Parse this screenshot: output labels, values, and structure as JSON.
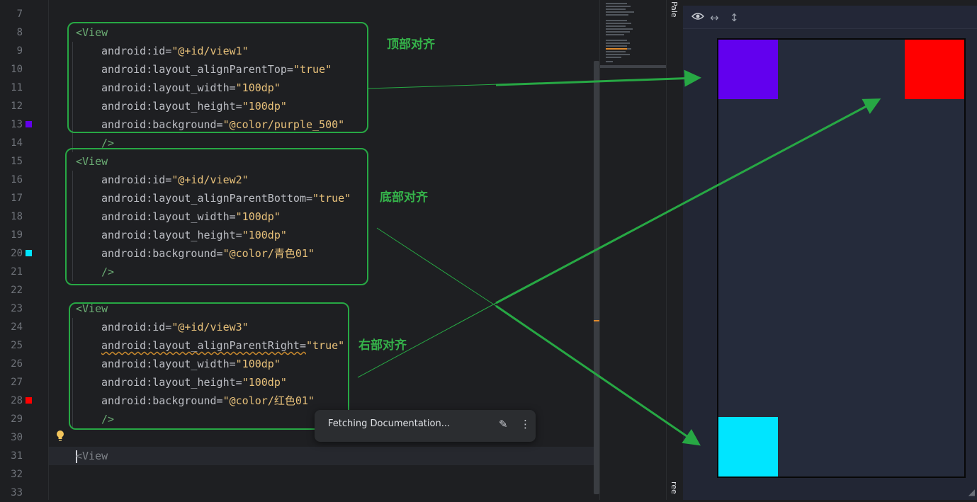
{
  "editor": {
    "line_numbers": [
      "7",
      "8",
      "9",
      "10",
      "11",
      "12",
      "13",
      "14",
      "15",
      "16",
      "17",
      "18",
      "19",
      "20",
      "21",
      "22",
      "23",
      "24",
      "25",
      "26",
      "27",
      "28",
      "29",
      "30",
      "31",
      "32",
      "33"
    ],
    "lines": {
      "l8": {
        "tag": "<View"
      },
      "l9": {
        "attr": "android:id=",
        "value": "\"@+id/view1\""
      },
      "l10": {
        "attr": "android:layout_alignParentTop=",
        "value": "\"true\""
      },
      "l11": {
        "attr": "android:layout_width=",
        "value": "\"100dp\""
      },
      "l12": {
        "attr": "android:layout_height=",
        "value": "\"100dp\""
      },
      "l13": {
        "attr": "android:background=",
        "value": "\"@color/purple_500\""
      },
      "l14": {
        "tag": "/>"
      },
      "l15": {
        "tag": "<View"
      },
      "l16": {
        "attr": "android:id=",
        "value": "\"@+id/view2\""
      },
      "l17": {
        "attr": "android:layout_alignParentBottom=",
        "value": "\"true\""
      },
      "l18": {
        "attr": "android:layout_width=",
        "value": "\"100dp\""
      },
      "l19": {
        "attr": "android:layout_height=",
        "value": "\"100dp\""
      },
      "l20": {
        "attr": "android:background=",
        "value": "\"@color/青色01\""
      },
      "l21": {
        "tag": "/>"
      },
      "l23": {
        "tag": "<View"
      },
      "l24": {
        "attr": "android:id=",
        "value": "\"@+id/view3\""
      },
      "l25": {
        "attr": "android:layout_alignParentRight=",
        "value": "\"true\""
      },
      "l26": {
        "attr": "android:layout_width=",
        "value": "\"100dp\""
      },
      "l27": {
        "attr": "android:layout_height=",
        "value": "\"100dp\""
      },
      "l28": {
        "attr": "android:background=",
        "value": "\"@color/红色01\""
      },
      "l29": {
        "tag": "/>"
      },
      "l31": {
        "tag": "<View"
      }
    },
    "gutter_swatches": {
      "purple": "#6200ee",
      "cyan": "#00e5ff",
      "red": "#ff0000"
    }
  },
  "annotations": {
    "top": "顶部对齐",
    "bottom": "底部对齐",
    "right": "右部对齐",
    "color": "#27a844"
  },
  "popup": {
    "text": "Fetching Documentation...",
    "edit_icon": "pencil-icon",
    "more_icon": "more-vertical-icon"
  },
  "side_tabs": {
    "palette": "Pale",
    "tree": "ree"
  },
  "preview": {
    "toolbar_icons": [
      "eye-icon",
      "horizontal-resize-icon",
      "vertical-resize-icon"
    ],
    "views": {
      "purple": "#6200ee",
      "red": "#ff0000",
      "cyan": "#00e5ff"
    }
  }
}
